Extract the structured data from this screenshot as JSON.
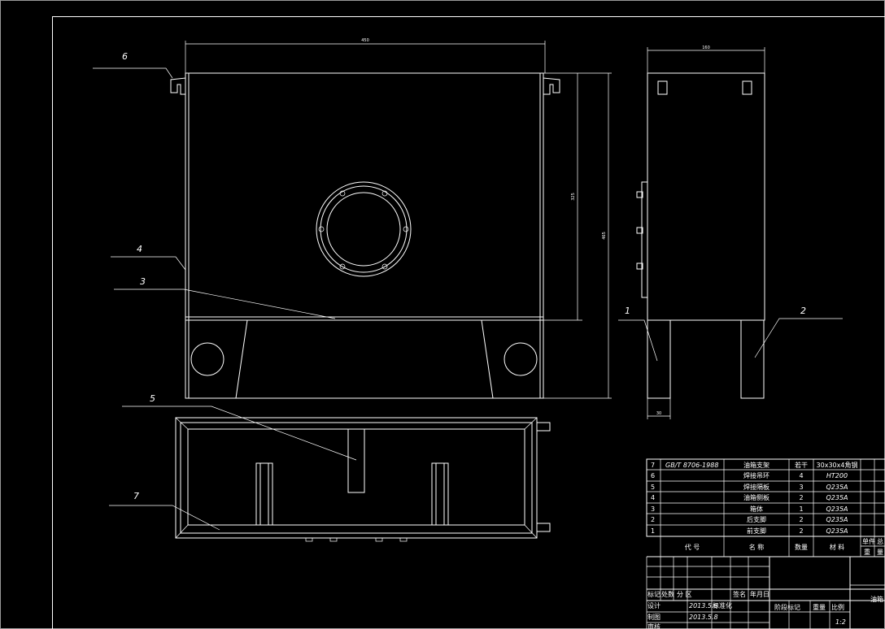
{
  "drawing": {
    "views": {
      "front": {
        "dim_width": "450",
        "dim_height_inner": "325",
        "dim_height_outer": "465"
      },
      "side": {
        "dim_width": "160",
        "dim_leg": "30"
      }
    },
    "callouts": [
      "6",
      "4",
      "3",
      "5",
      "7",
      "1",
      "2"
    ]
  },
  "parts_list": {
    "rows": [
      {
        "no": "7",
        "code": "GB/T 8706-1988",
        "name": "油箱支架",
        "qty": "若干",
        "material": "30x30x4角钢"
      },
      {
        "no": "6",
        "code": "",
        "name": "焊接吊环",
        "qty": "4",
        "material": "HT200"
      },
      {
        "no": "5",
        "code": "",
        "name": "焊接隔板",
        "qty": "3",
        "material": "Q235A"
      },
      {
        "no": "4",
        "code": "",
        "name": "油箱侧板",
        "qty": "2",
        "material": "Q235A"
      },
      {
        "no": "3",
        "code": "",
        "name": "箱体",
        "qty": "1",
        "material": "Q235A"
      },
      {
        "no": "2",
        "code": "",
        "name": "后支脚",
        "qty": "2",
        "material": "Q235A"
      },
      {
        "no": "1",
        "code": "",
        "name": "前支脚",
        "qty": "2",
        "material": "Q235A"
      }
    ],
    "header": {
      "code": "代  号",
      "name": "名      称",
      "qty": "数量",
      "material": "材   料",
      "extra_1": "单件",
      "extra_2": "总",
      "extra_3": "重",
      "extra_4": "量"
    }
  },
  "title_block": {
    "mark": "标记",
    "count": "处数",
    "zone": "分 区",
    "sign": "签名",
    "date": "年月日",
    "design": "设计",
    "design_date": "2013.5.8",
    "standardize": "标准化",
    "drafting": "制图",
    "drafting_date": "2013.5.8",
    "review": "审核",
    "stage_mark": "阶段标记",
    "weight": "重量",
    "scale": "比例",
    "scale_value": "1:2",
    "drawing_name": "油箱"
  }
}
